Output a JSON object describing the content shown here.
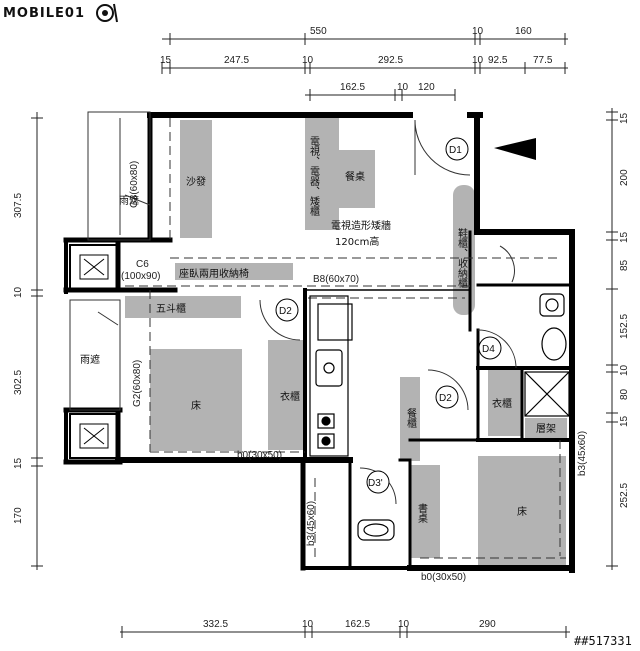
{
  "logo": "MOBILE01",
  "watermark": "##517331",
  "dims": {
    "top_row1": [
      "550",
      "10",
      "160"
    ],
    "top_row2": [
      "15",
      "247.5",
      "10",
      "292.5",
      "10",
      "92.5",
      "77.5"
    ],
    "top_row3": [
      "162.5",
      "10",
      "120"
    ],
    "left": [
      "307.5",
      "10",
      "302.5",
      "15",
      "170"
    ],
    "right": [
      "15",
      "200",
      "15",
      "85",
      "152.5",
      "10",
      "80",
      "15",
      "252.5"
    ],
    "bottom": [
      "332.5",
      "10",
      "162.5",
      "10",
      "290"
    ]
  },
  "rooms": {
    "sofa": "沙發",
    "tv_cabinet": "電視、電器、矮櫃",
    "dining_table": "餐桌",
    "tv_wall": "電視造形矮牆",
    "tv_wall_height": "120cm高",
    "shoe_cabinet": "鞋櫃、收納櫃",
    "bench": "座臥兩用收納椅",
    "c6": "C6",
    "c6_size": "(100x90)",
    "beam_b8": "B8(60x70)",
    "dresser": "五斗櫃",
    "rain_shade_top": "雨遮",
    "rain_shade_left": "雨遮",
    "g3": "G3(60x80)",
    "g2": "G2(60x80)",
    "bed_left": "床",
    "wardrobe_left": "衣櫃",
    "beam_b0_left": "b0(30x50)",
    "cupboard": "餐櫃",
    "wardrobe_right": "衣櫃",
    "shelf": "層架",
    "bed_right": "床",
    "desk": "書桌",
    "b3_left": "b3(45x60)",
    "b3_right": "b3(45x60)",
    "beam_b0_bottom": "b0(30x50)"
  },
  "doors": [
    "D1",
    "D2",
    "D2",
    "D3'",
    "D4"
  ]
}
